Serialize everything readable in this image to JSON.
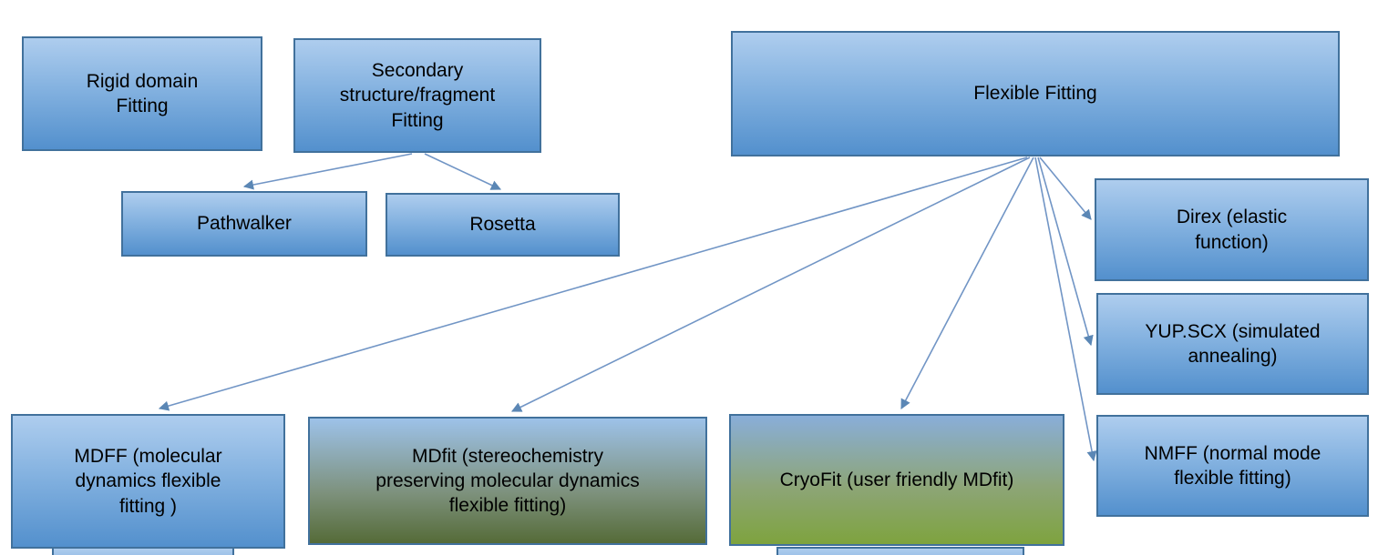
{
  "diagram": {
    "nodes": {
      "rigid": {
        "label": "Rigid domain Fitting"
      },
      "secondary": {
        "label": "Secondary structure/fragment Fitting"
      },
      "flexible": {
        "label": "Flexible Fitting"
      },
      "pathwalker": {
        "label": "Pathwalker"
      },
      "rosetta": {
        "label": "Rosetta"
      },
      "direx": {
        "label": "Direx (elastic function)"
      },
      "yupscx": {
        "label": "YUP.SCX (simulated annealing)"
      },
      "nmff": {
        "label": "NMFF (normal mode flexible fitting)"
      },
      "mdff": {
        "label": "MDFF (molecular dynamics flexible fitting )"
      },
      "mdfit": {
        "label": "MDfit (stereochemistry preserving molecular dynamics flexible fitting)"
      },
      "cryofit": {
        "label": "CryoFit (user friendly MDfit)"
      }
    },
    "edges": [
      {
        "from": "secondary",
        "to": "pathwalker"
      },
      {
        "from": "secondary",
        "to": "rosetta"
      },
      {
        "from": "flexible",
        "to": "mdff"
      },
      {
        "from": "flexible",
        "to": "mdfit"
      },
      {
        "from": "flexible",
        "to": "cryofit"
      },
      {
        "from": "flexible",
        "to": "direx"
      },
      {
        "from": "flexible",
        "to": "yupscx"
      },
      {
        "from": "flexible",
        "to": "nmff"
      }
    ],
    "colors": {
      "box_fill_top": "#aecdee",
      "box_fill_bottom": "#5390cd",
      "box_border": "#41719c",
      "green_box_bottom": "#7ea33e",
      "olive_box_bottom": "#556b38",
      "connector": "#7195c5",
      "text": "#000000",
      "background": "#ffffff"
    }
  }
}
